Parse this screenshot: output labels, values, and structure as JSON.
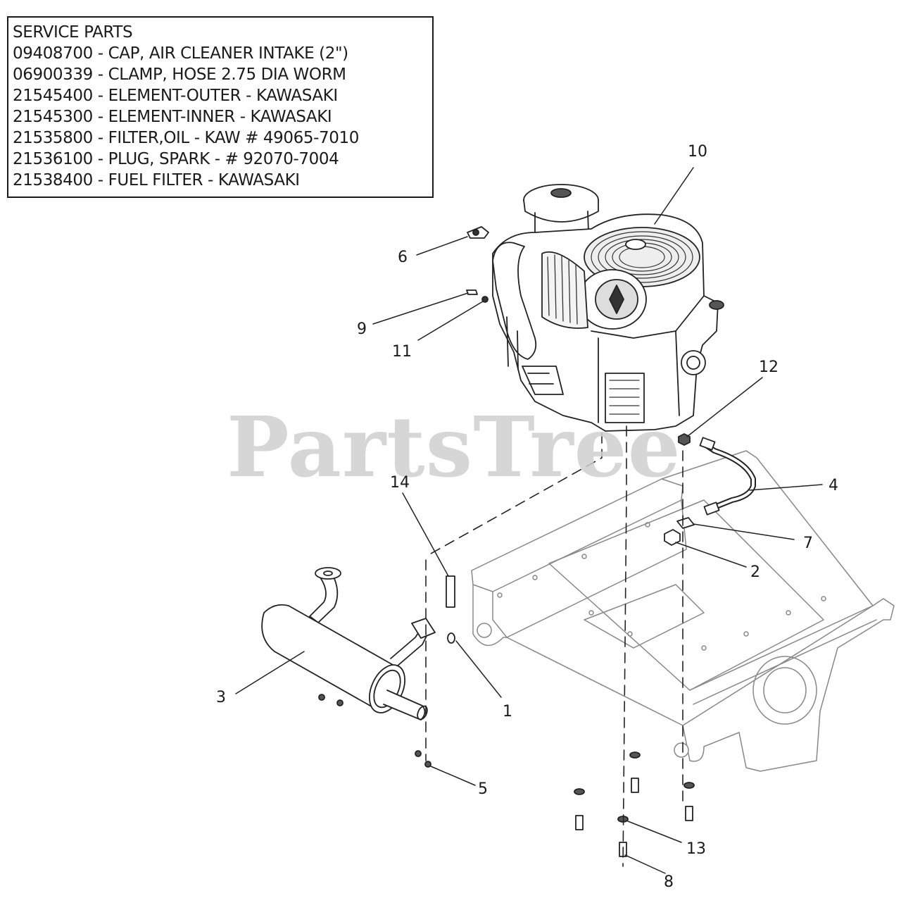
{
  "service_parts": {
    "title": "SERVICE PARTS",
    "items": [
      "09408700 - CAP, AIR CLEANER INTAKE (2\")",
      "06900339 - CLAMP, HOSE 2.75 DIA WORM",
      "21545400 - ELEMENT-OUTER - KAWASAKI",
      "21545300 - ELEMENT-INNER - KAWASAKI",
      "21535800 - FILTER,OIL - KAW # 49065-7010",
      "21536100 - PLUG, SPARK - # 92070-7004",
      "21538400 - FUEL FILTER - KAWASAKI"
    ]
  },
  "watermark": "PartsTree",
  "callouts": {
    "c1": "1",
    "c2": "2",
    "c3": "3",
    "c4": "4",
    "c5": "5",
    "c6": "6",
    "c7": "7",
    "c8": "8",
    "c9": "9",
    "c10": "10",
    "c11": "11",
    "c12": "12",
    "c13": "13",
    "c14": "14"
  }
}
